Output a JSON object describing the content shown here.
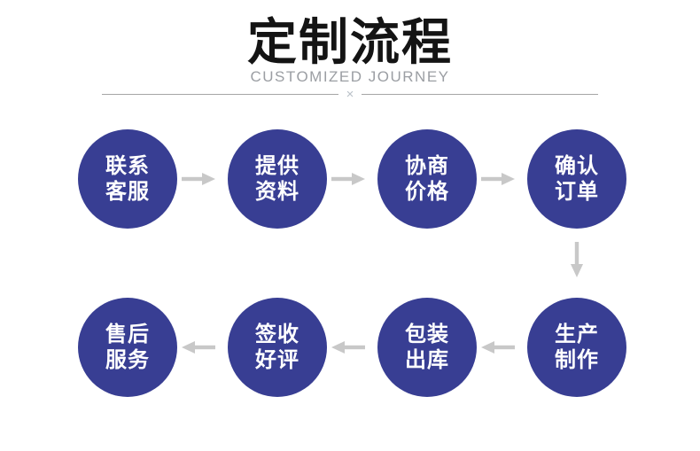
{
  "header": {
    "title": "定制流程",
    "subtitle": "CUSTOMIZED JOURNEY",
    "divider_symbol": "×"
  },
  "colors": {
    "circle_fill": "#383E93",
    "circle_text": "#FFFFFF",
    "arrow": "#C8C8C8",
    "title_text": "#141414",
    "subtitle_text": "#9B9EA3",
    "divider_line": "#A5A5A5",
    "divider_symbol": "#B9C0C8"
  },
  "flow": {
    "rows": [
      {
        "direction": "left-to-right",
        "steps": [
          {
            "line1": "联系",
            "line2": "客服"
          },
          {
            "line1": "提供",
            "line2": "资料"
          },
          {
            "line1": "协商",
            "line2": "价格"
          },
          {
            "line1": "确认",
            "line2": "订单"
          }
        ]
      },
      {
        "direction": "right-to-left",
        "steps": [
          {
            "line1": "售后",
            "line2": "服务"
          },
          {
            "line1": "签收",
            "line2": "好评"
          },
          {
            "line1": "包装",
            "line2": "出库"
          },
          {
            "line1": "生产",
            "line2": "制作"
          }
        ]
      }
    ]
  }
}
